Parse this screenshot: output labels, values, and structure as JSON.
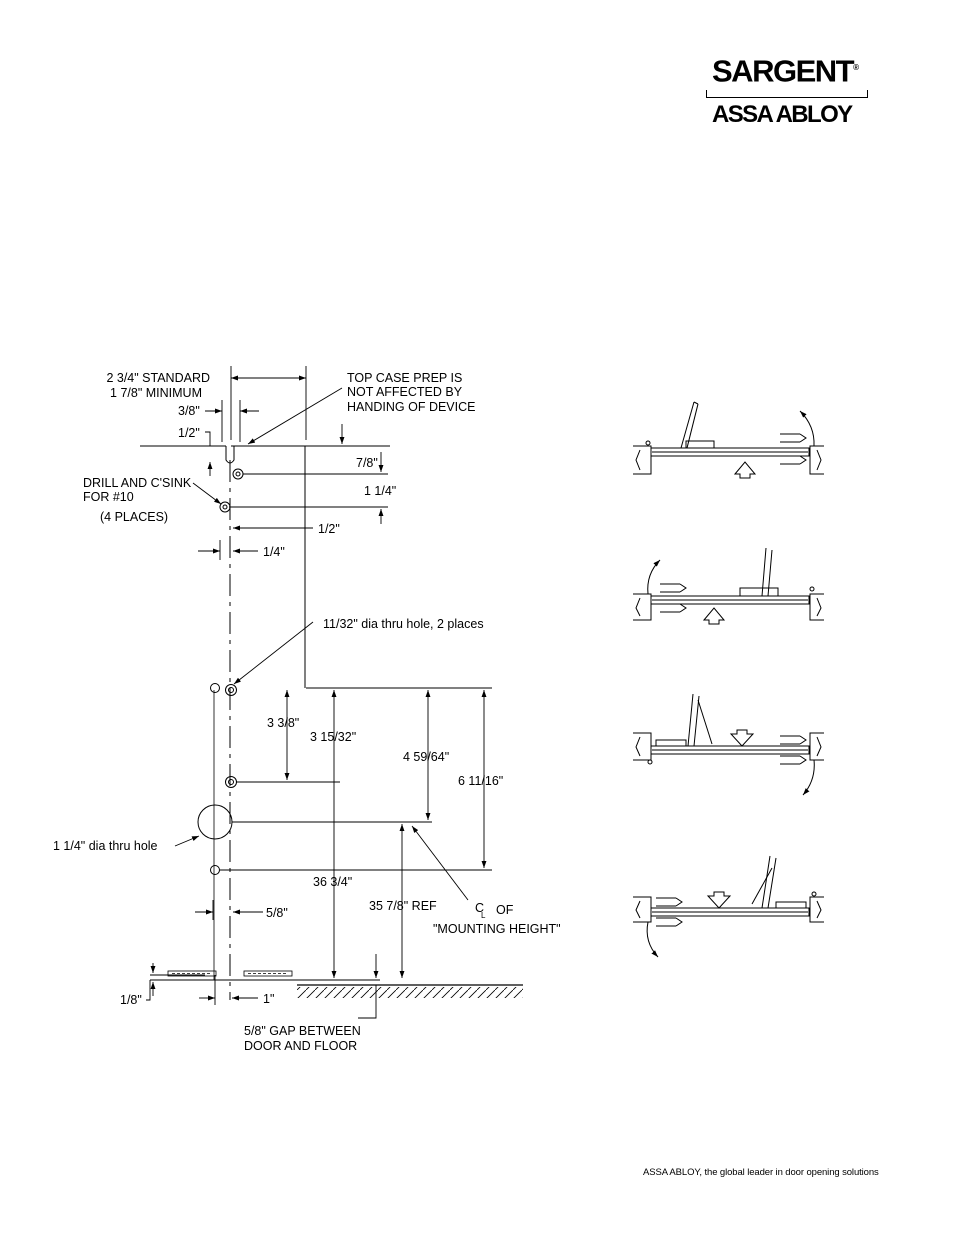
{
  "logo": {
    "brand": "SARGENT",
    "registered": "®",
    "parent": "ASSA ABLOY"
  },
  "labels": {
    "width_standard": "2 3/4\" STANDARD",
    "width_minimum": "1 7/8\" MINIMUM",
    "top_case_note": [
      "TOP CASE PREP IS",
      "NOT AFFECTED BY",
      "HANDING OF DEVICE"
    ],
    "dim_3_8": "3/8\"",
    "dim_1_2_top": "1/2\"",
    "dim_7_8": "7/8\"",
    "dim_1_1_4": "1 1/4\"",
    "drill_note": [
      "DRILL AND C'SINK",
      "FOR #10",
      "(4 PLACES)"
    ],
    "dim_1_2_mid": "1/2\"",
    "dim_1_4": "1/4\"",
    "thru_hole_small": "11/32\" dia thru hole, 2 places",
    "dim_3_3_8": "3 3/8\"",
    "dim_3_15_32": "3 15/32\"",
    "dim_4_59_64": "4 59/64\"",
    "dim_6_11_16": "6 11/16\"",
    "thru_hole_large": "1 1/4\" dia thru hole",
    "dim_36_3_4": "36 3/4\"",
    "dim_5_8": "5/8\"",
    "dim_35_7_8": "35 7/8\" REF",
    "centerline_c": "C",
    "centerline_l": "L",
    "centerline_of": "OF",
    "mounting_height": "\"MOUNTING HEIGHT\"",
    "dim_1_8": "1/8\"",
    "dim_1": "1\"",
    "gap_note": [
      "5/8\" GAP BETWEEN",
      "DOOR AND FLOOR"
    ]
  },
  "footer": "ASSA ABLOY, the global leader in door opening solutions"
}
